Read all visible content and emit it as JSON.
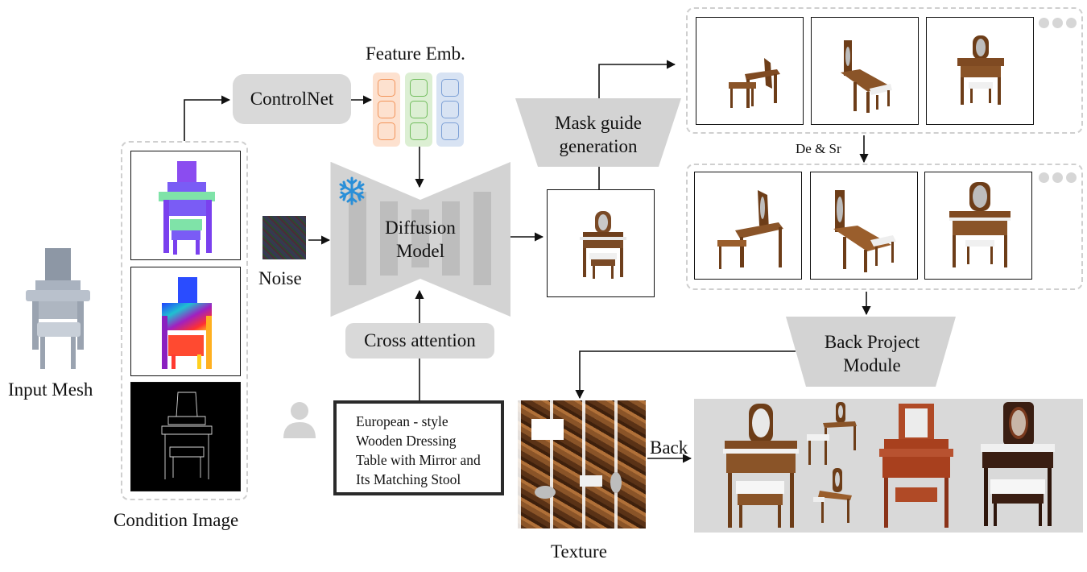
{
  "labels": {
    "input_mesh": "Input Mesh",
    "condition_image": "Condition Image",
    "controlnet": "ControlNet",
    "feature_emb": "Feature Emb.",
    "noise": "Noise",
    "diffusion_model_line1": "Diffusion",
    "diffusion_model_line2": "Model",
    "cross_attention": "Cross attention",
    "mask_guide_line1": "Mask guide",
    "mask_guide_line2": "generation",
    "de_sr": "De & Sr",
    "back_project_line1": "Back Project",
    "back_project_line2": "Module",
    "texture": "Texture",
    "back": "Back"
  },
  "prompt": {
    "line1": "European - style",
    "line2": "Wooden Dressing",
    "line3": "Table with Mirror and",
    "line4": "Its Matching Stool"
  },
  "icons": {
    "frozen": "snowflake-icon",
    "user": "user-icon",
    "more": "more-dots-icon"
  },
  "colors": {
    "pill_gray": "#d9d9d9",
    "trap_gray": "#d3d3d3",
    "emb_orange": "#f7a77a",
    "emb_green": "#8fcf7e",
    "emb_blue": "#8fb0dd",
    "snowflake": "#2a8fd8",
    "wood": "#8a4f22"
  }
}
